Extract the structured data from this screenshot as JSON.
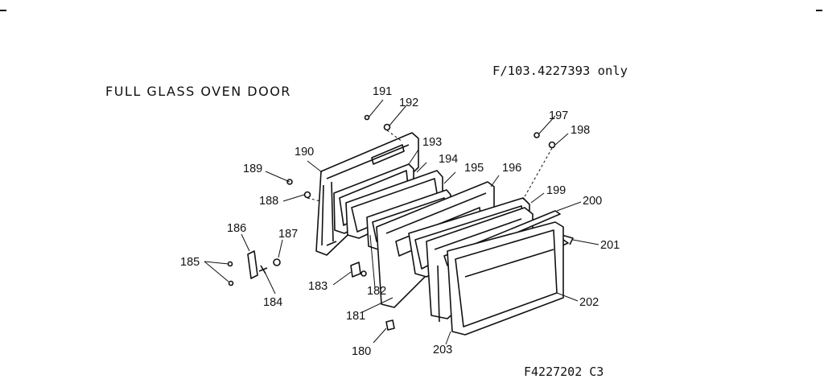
{
  "title": "FULL GLASS OVEN DOOR",
  "model_note": "F/103.4227393 only",
  "diagram_code": "F4227202 C3",
  "part_numbers": [
    "180",
    "181",
    "182",
    "183",
    "184",
    "185",
    "186",
    "187",
    "188",
    "189",
    "190",
    "191",
    "192",
    "193",
    "194",
    "195",
    "196",
    "197",
    "198",
    "199",
    "200",
    "201",
    "202",
    "203"
  ]
}
